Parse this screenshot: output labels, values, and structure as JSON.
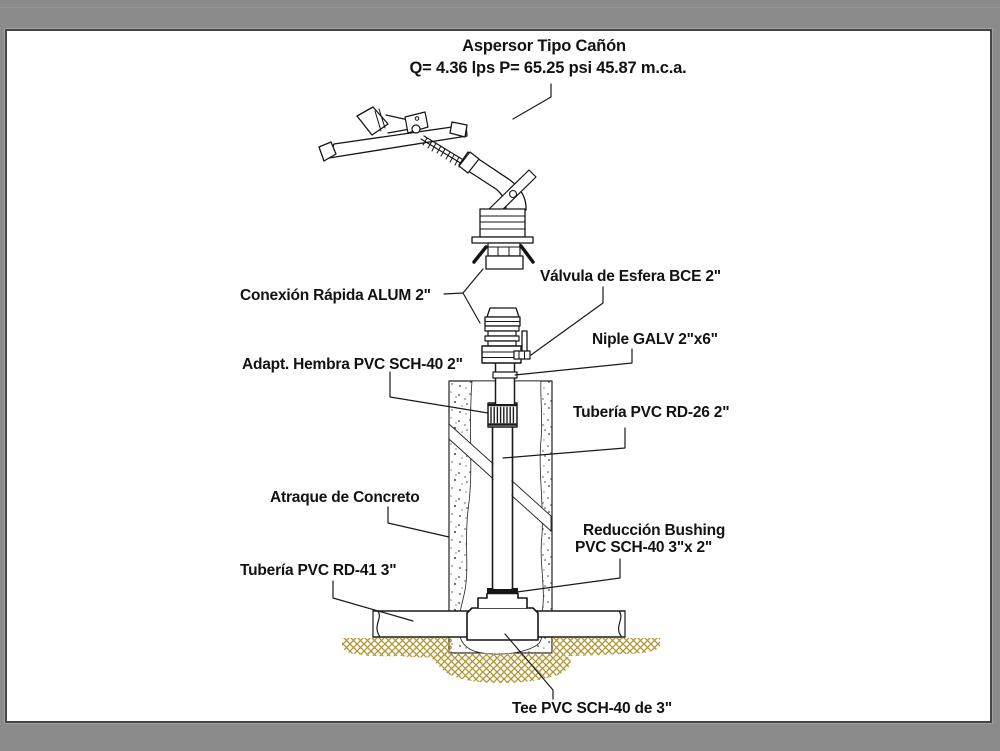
{
  "colors": {
    "chrome_bg": "#8b8b8b",
    "page_bg": "#ffffff",
    "ink": "#1a1a1a",
    "earth_hatch": "#b09432"
  },
  "title": {
    "line1": "Aspersor Tipo Cañón",
    "line2": "Q= 4.36 lps P= 65.25 psi  45.87 m.c.a."
  },
  "labels": {
    "conexion_rapida": "Conexión Rápida ALUM 2\"",
    "valvula_esfera": "Válvula de Esfera BCE 2\"",
    "niple_galv": "Niple GALV 2\"x6\"",
    "adapt_hembra": "Adapt. Hembra PVC SCH-40 2\"",
    "tuberia_rd26": "Tubería PVC RD-26 2\"",
    "atraque_concreto": "Atraque de Concreto",
    "reduccion_bushing_1": "Reducción Bushing",
    "reduccion_bushing_2": "PVC SCH-40 3\"x 2\"",
    "tuberia_rd41": "Tubería PVC RD-41 3\"",
    "tee_pvc": "Tee PVC SCH-40 de 3\""
  }
}
